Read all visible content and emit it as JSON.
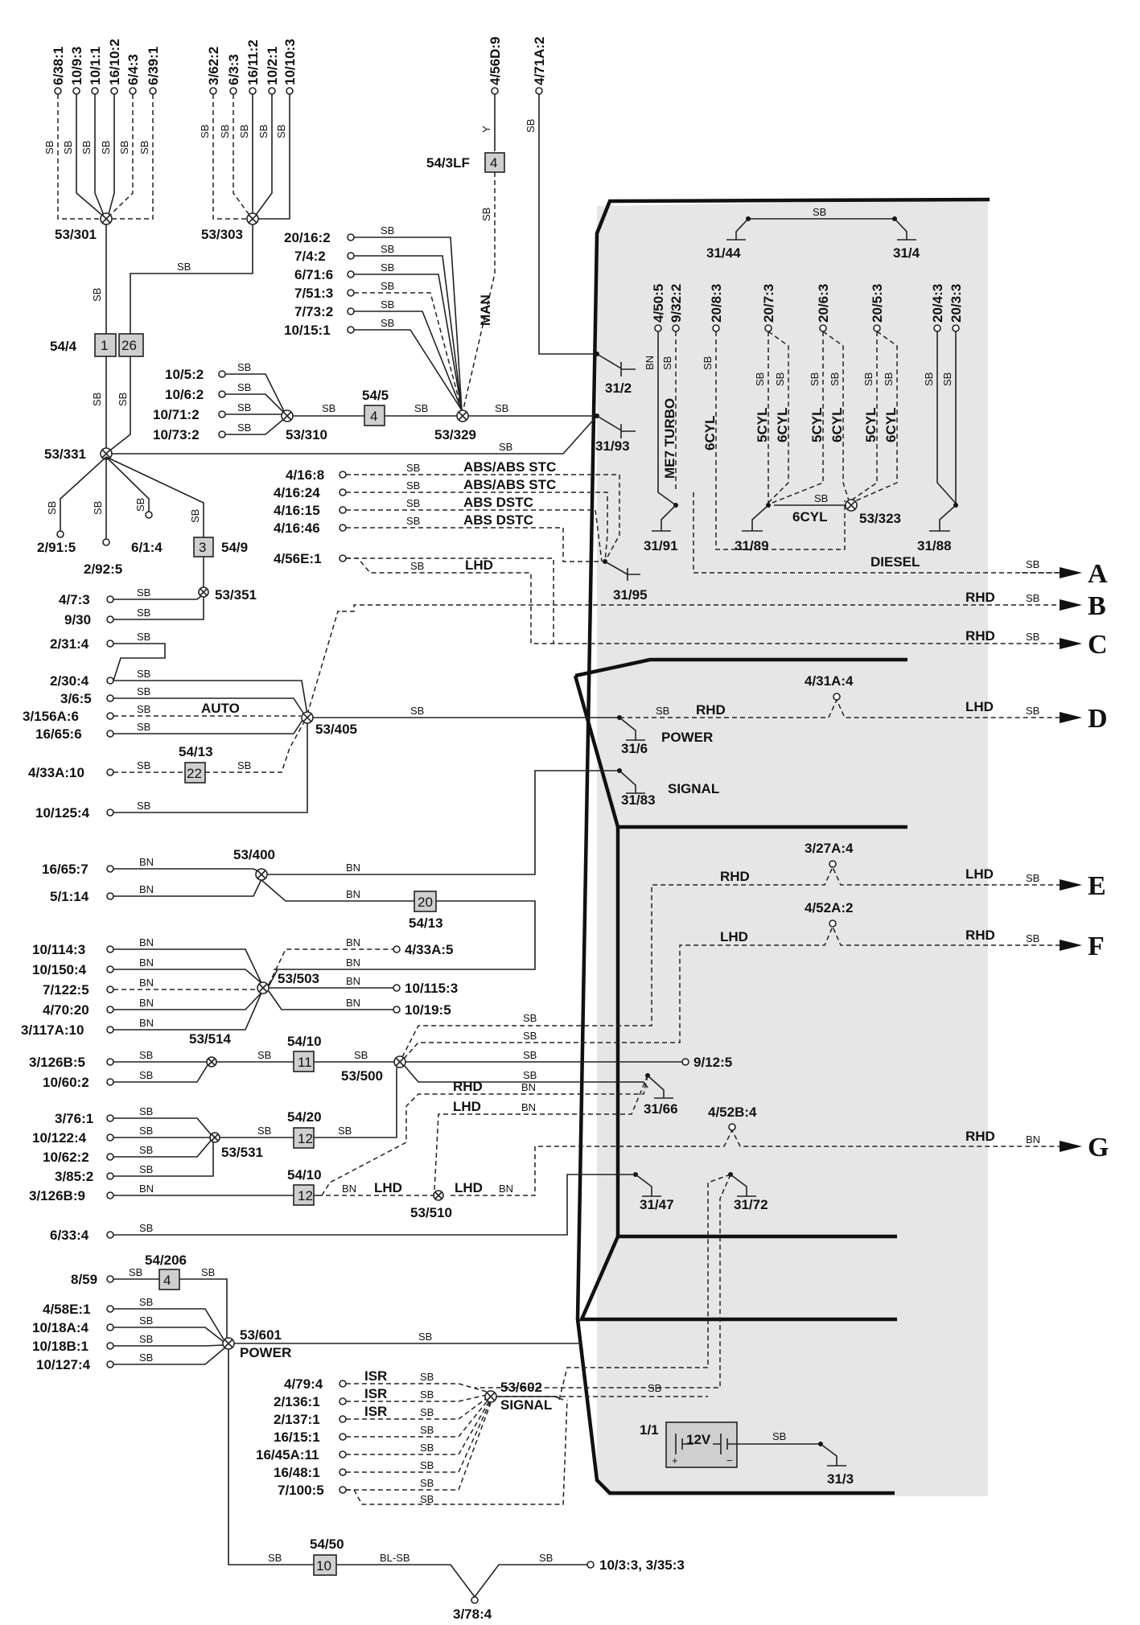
{
  "top_connectors": {
    "g1": [
      "6/38:1",
      "10/9:3",
      "10/1:1",
      "16/10:2",
      "6/4:3",
      "6/39:1"
    ],
    "g2": [
      "3/62:2",
      "6/3:3",
      "16/11:2",
      "10/2:1",
      "10/10:3"
    ],
    "c456": "4/56D:9",
    "c471": "4/71A:2",
    "g3": [
      "4/50:5",
      "9/32:2",
      "20/8:3",
      "20/7:3",
      "20/6:3",
      "20/5:3",
      "20/4:3",
      "20/3:3"
    ]
  },
  "splices": {
    "s301": "53/301",
    "s303": "53/303",
    "s329": "53/329",
    "s310": "53/310",
    "s331": "53/331",
    "s351": "53/351",
    "s405": "53/405",
    "s400": "53/400",
    "s503": "53/503",
    "s514": "53/514",
    "s500": "53/500",
    "s531": "53/531",
    "s510": "53/510",
    "s601": "53/601",
    "s602": "53/602",
    "s323": "53/323"
  },
  "grounds": {
    "g3144": "31/44",
    "g314": "31/4",
    "g312": "31/2",
    "g3193": "31/93",
    "g3191": "31/91",
    "g3189": "31/89",
    "g3188": "31/88",
    "g3195": "31/95",
    "g316": "31/6",
    "g3183": "31/83",
    "g3166": "31/66",
    "g3147": "31/47",
    "g3172": "31/72",
    "g313": "31/3"
  },
  "boxes": {
    "b543lf_id": "54/3LF",
    "b543lf_n": "4",
    "b544_id": "54/4",
    "b544_a": "1",
    "b544_b": "26",
    "b545_id": "54/5",
    "b545_n": "4",
    "b549_id": "54/9",
    "b549_n": "3",
    "b5413a_id": "54/13",
    "b5413a_n": "22",
    "b5413b_id": "54/13",
    "b5413b_n": "20",
    "b5410a_id": "54/10",
    "b5410a_n": "11",
    "b5420_id": "54/20",
    "b5420_n": "12",
    "b5410b_id": "54/10",
    "b5410b_n": "12",
    "b54206_id": "54/206",
    "b54206_n": "4",
    "b5450_id": "54/50",
    "b5450_n": "10"
  },
  "left_connectors": {
    "c20_16_2": "20/16:2",
    "c7_4_2": "7/4:2",
    "c6_71_6": "6/71:6",
    "c7_51_3": "7/51:3",
    "c7_73_2": "7/73:2",
    "c10_15_1": "10/15:1",
    "c10_5_2": "10/5:2",
    "c10_6_2": "10/6:2",
    "c10_71_2": "10/71:2",
    "c10_73_2": "10/73:2",
    "c4_16_8": "4/16:8",
    "c4_16_24": "4/16:24",
    "c4_16_15": "4/16:15",
    "c4_16_46": "4/16:46",
    "c4_56e_1": "4/56E:1",
    "c2_91_5": "2/91:5",
    "c2_92_5": "2/92:5",
    "c6_1_4": "6/1:4",
    "c4_7_3": "4/7:3",
    "c9_30": "9/30",
    "c2_31_4": "2/31:4",
    "c2_30_4": "2/30:4",
    "c3_6_5": "3/6:5",
    "c3_156a_6": "3/156A:6",
    "c16_65_6": "16/65:6",
    "c4_33a_10": "4/33A:10",
    "c10_125_4": "10/125:4",
    "c16_65_7": "16/65:7",
    "c5_1_14": "5/1:14",
    "c10_114_3": "10/114:3",
    "c10_150_4": "10/150:4",
    "c7_122_5": "7/122:5",
    "c4_70_20": "4/70:20",
    "c3_117a_10": "3/117A:10",
    "c3_126b_5": "3/126B:5",
    "c10_60_2": "10/60:2",
    "c3_76_1": "3/76:1",
    "c10_122_4": "10/122:4",
    "c10_62_2": "10/62:2",
    "c3_85_2": "3/85:2",
    "c3_126b_9": "3/126B:9",
    "c6_33_4": "6/33:4",
    "c8_59": "8/59",
    "c4_58e_1": "4/58E:1",
    "c10_18a_4": "10/18A:4",
    "c10_18b_1": "10/18B:1",
    "c10_127_4": "10/127:4",
    "c4_79_4": "4/79:4",
    "c2_136_1": "2/136:1",
    "c2_137_1": "2/137:1",
    "c16_15_1": "16/15:1",
    "c16_45a_11": "16/45A:11",
    "c16_48_1": "16/48:1",
    "c7_100_5": "7/100:5"
  },
  "right_connectors": {
    "c4_33a_5": "4/33A:5",
    "c10_115_3": "10/115:3",
    "c10_19_5": "10/19:5",
    "c9_12_5": "9/12:5",
    "c4_31a_4": "4/31A:4",
    "c3_27a_4": "3/27A:4",
    "c4_52a_2": "4/52A:2",
    "c4_52b_4": "4/52B:4",
    "c3_78_4": "3/78:4",
    "c10_3_3": "10/3:3, 3/35:3"
  },
  "wire_colors": {
    "sb": "SB",
    "bn": "BN",
    "y": "Y",
    "blsb": "BL-SB"
  },
  "annotations": {
    "man": "MAN",
    "auto": "AUTO",
    "lhd": "LHD",
    "rhd": "RHD",
    "isr": "ISR",
    "abs1": "ABS/ABS STC",
    "abs2": "ABS/ABS STC",
    "abs3": "ABS DSTC",
    "abs4": "ABS DSTC",
    "me7": "ME7 TURBO",
    "cyl6": "6CYL",
    "cyl5": "5CYL",
    "diesel": "DIESEL",
    "power": "POWER",
    "signal": "SIGNAL",
    "power2": "POWER",
    "signal2": "SIGNAL",
    "bat_id": "1/1",
    "bat_v": "12V"
  },
  "arrows": [
    "A",
    "B",
    "C",
    "D",
    "E",
    "F",
    "G"
  ],
  "colors": {
    "panel": "#e6e6e6",
    "box": "#cfcfcf",
    "ink": "#111111"
  }
}
